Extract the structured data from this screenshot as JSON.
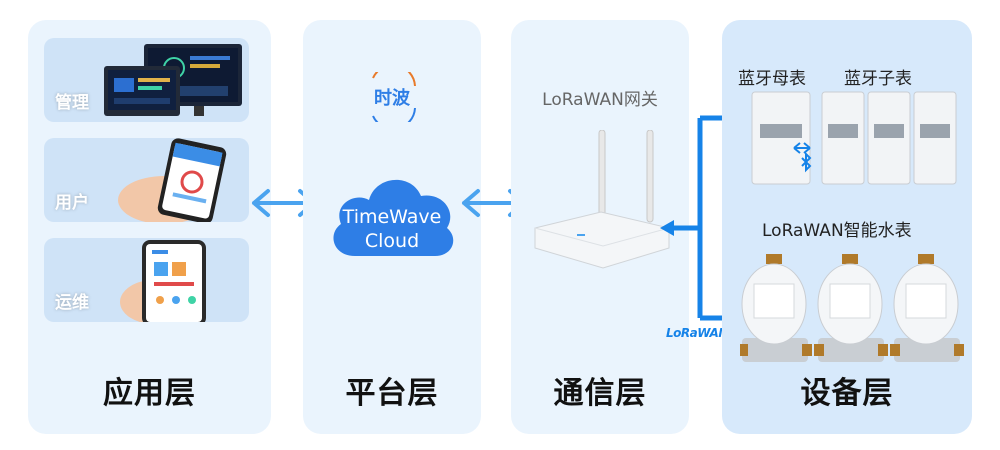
{
  "layers": {
    "application": {
      "title": "应用层",
      "items": [
        "管理",
        "用户",
        "运维"
      ]
    },
    "platform": {
      "title": "平台层",
      "logo_text": "时波",
      "cloud_line1": "TimeWave",
      "cloud_line2": "Cloud"
    },
    "communication": {
      "title": "通信层",
      "gateway_label": "LoRaWAN网关"
    },
    "device": {
      "title": "设备层",
      "bt_master": "蓝牙母表",
      "bt_slave": "蓝牙子表",
      "water_meter": "LoRaWAN智能水表",
      "lorawan_logo": "LoRaWAN"
    }
  },
  "colors": {
    "panel": "#eaf4fd",
    "device_panel": "#d7e9fb",
    "arrow": "#4aa3ef",
    "cloud": "#2e7ee6",
    "connector": "#1683e8"
  }
}
